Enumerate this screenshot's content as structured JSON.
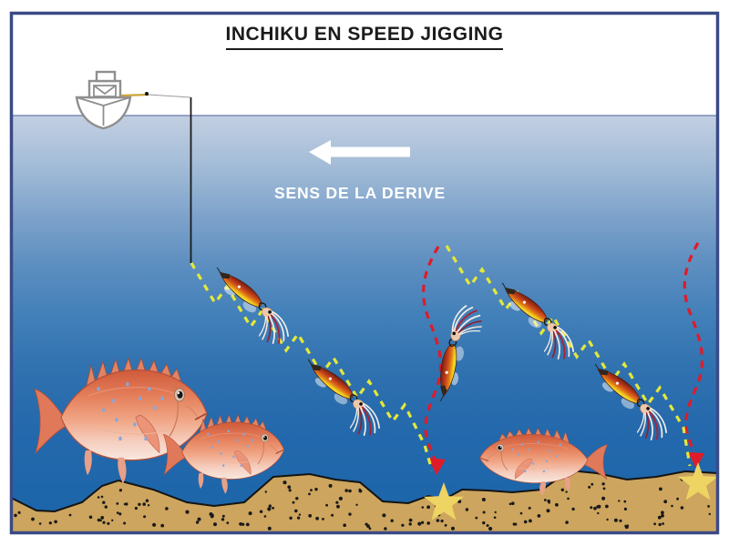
{
  "title": "INCHIKU EN SPEED JIGGING",
  "drift": {
    "label": "SENS DE LA DERIVE",
    "arrow_direction": "left"
  },
  "colors": {
    "frame_border": "#3a4a86",
    "water_top": "#c3cfe2",
    "water_deep": "#1a64a9",
    "surface_line": "#7a8cb8",
    "sand": "#cda55e",
    "sand_speckle": "#1a1a1a",
    "jigging_path": "#e4e83a",
    "descent_path": "#e01b28",
    "impact_star": "#eed463",
    "drift_arrow": "#ffffff",
    "boat_outline": "#8f8f8f",
    "fishing_line": "#1a1a1a"
  },
  "elements": {
    "boat_count": 1,
    "jig_lure_count": 5,
    "fish_count": 3,
    "impact_star_count": 2,
    "jigging_zigzag_path_count": 2,
    "descent_wavy_path_count": 2
  }
}
